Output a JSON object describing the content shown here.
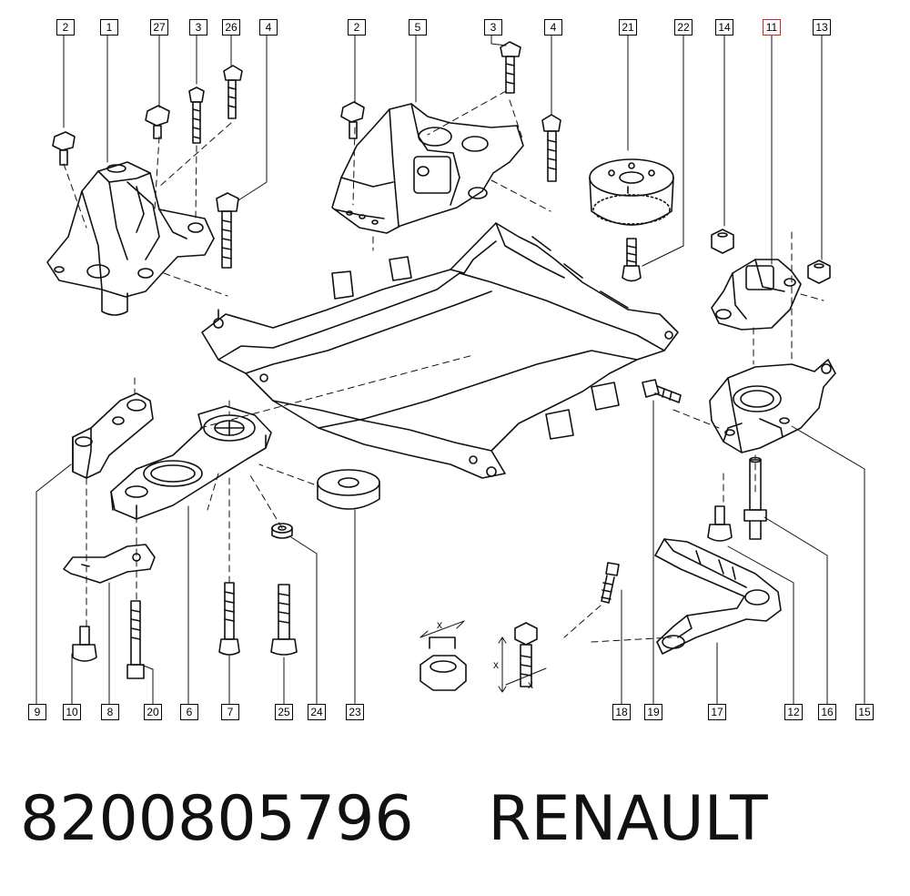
{
  "labels": {
    "top": [
      "2",
      "1",
      "27",
      "3",
      "26",
      "4",
      "2",
      "5",
      "3",
      "4",
      "21",
      "22",
      "14",
      "11",
      "13"
    ],
    "bottom": [
      "9",
      "10",
      "8",
      "20",
      "6",
      "7",
      "25",
      "24",
      "23",
      "18",
      "19",
      "17",
      "12",
      "16",
      "15"
    ]
  },
  "highlighted_label": "11",
  "dimension_marks": [
    "x",
    "x",
    "x"
  ],
  "footer": {
    "part_number": "8200805796",
    "brand": "RENAULT"
  },
  "colors": {
    "highlight": "#e0201c",
    "ink": "#111111"
  }
}
